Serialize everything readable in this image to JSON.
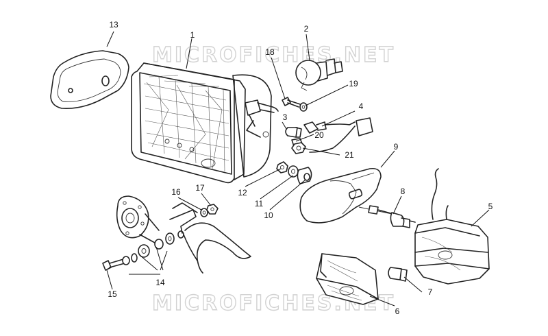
{
  "watermark": "MICROFICHES.NET",
  "callouts": [
    "1",
    "2",
    "3",
    "4",
    "5",
    "6",
    "7",
    "8",
    "9",
    "10",
    "11",
    "12",
    "13",
    "14",
    "15",
    "16",
    "17",
    "18",
    "19",
    "20",
    "21"
  ],
  "parts": [
    "headlight",
    "headlight-bulb",
    "parking-bulb",
    "bulb-socket-wire",
    "rear-turn-indicator",
    "front-turn-indicator",
    "indicator-bulb",
    "indicator-stalk-bolt",
    "indicator-housing",
    "rubber-washer",
    "washer",
    "nut",
    "headlight-rim",
    "bracket-spacer-set",
    "screw",
    "washer-small",
    "nut-small",
    "screw-18",
    "washer-19",
    "grommet",
    "nut-21"
  ]
}
